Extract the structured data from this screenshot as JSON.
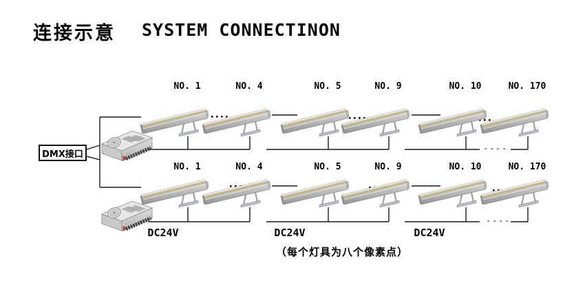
{
  "header": {
    "title_zh": "连接示意",
    "title_en": "SYSTEM CONNECTINON"
  },
  "dmx_box": {
    "label": "DMX接口"
  },
  "rows": [
    {
      "name": "row-1",
      "fixture_labels": [
        "NO. 1",
        "NO. 4",
        "NO. 5",
        "NO. 9",
        "NO. 10",
        "NO. 170"
      ]
    },
    {
      "name": "row-2",
      "fixture_labels": [
        "NO. 1",
        "NO. 4",
        "NO. 5",
        "NO. 9",
        "NO. 10",
        "NO. 170"
      ],
      "power_labels": [
        "DC24V",
        "DC24V",
        "DC24V"
      ]
    }
  ],
  "caption": "（每个灯具为八个像素点）",
  "colors": {
    "line": "#1a1a1a",
    "text": "#000000",
    "background": "#ffffff",
    "fixture_body": "#c9c9c9",
    "fixture_led_strip": "#cdc28e",
    "psu_body": "#e7e7e7",
    "psu_terminal_red": "#cc3333"
  }
}
